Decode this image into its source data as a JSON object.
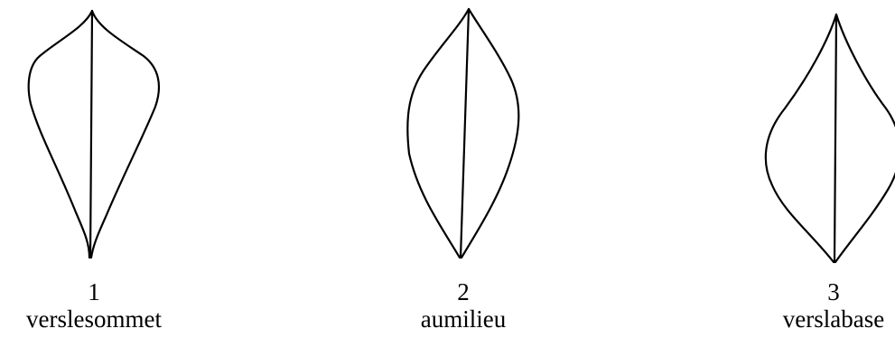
{
  "figures": [
    {
      "number": "1",
      "caption": "verslesommet",
      "shape": "widest toward the apex"
    },
    {
      "number": "2",
      "caption": "aumilieu",
      "shape": "widest at the middle"
    },
    {
      "number": "3",
      "caption": "verslabase",
      "shape": "widest toward the base"
    }
  ]
}
